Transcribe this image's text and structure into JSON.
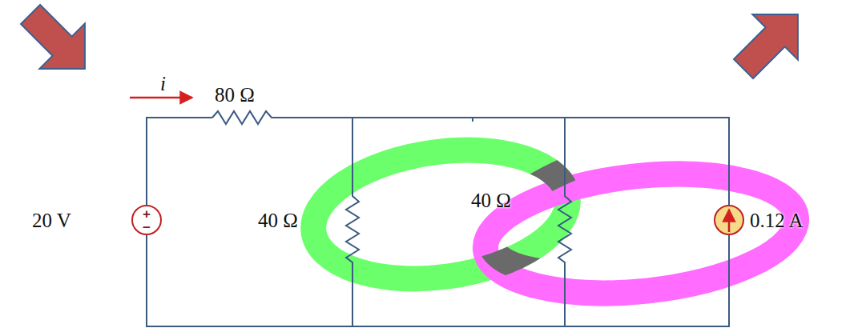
{
  "diagram": {
    "labels": [
      "i",
      "80 Ω",
      "20 V",
      "+",
      "−",
      "40 Ω",
      "40 Ω",
      "0.12 A"
    ]
  }
}
